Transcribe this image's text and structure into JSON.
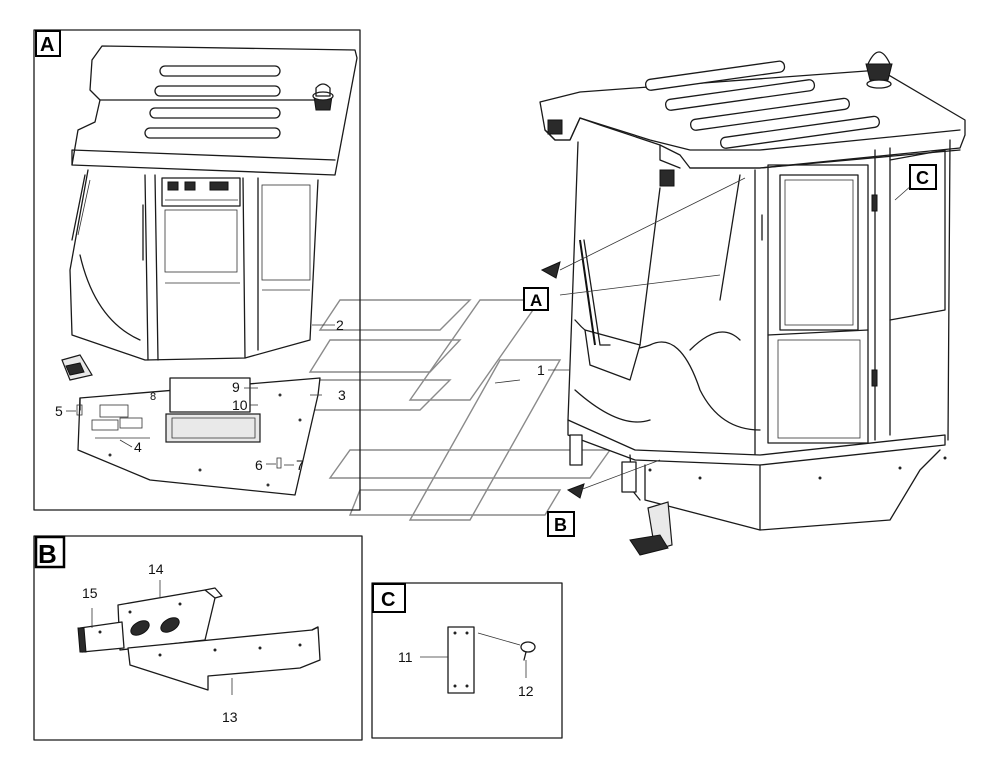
{
  "sections": [
    {
      "key": "A",
      "label": "A"
    },
    {
      "key": "B",
      "label": "B"
    },
    {
      "key": "C",
      "label": "C"
    }
  ],
  "main_view_markers": [
    "A",
    "B",
    "C"
  ],
  "callouts": {
    "c1": "1",
    "c2": "2",
    "c3": "3",
    "c4": "4",
    "c5": "5",
    "c6": "6",
    "c7": "7",
    "c8": "8",
    "c9": "9",
    "c10": "10",
    "c11": "11",
    "c12": "12",
    "c13": "13",
    "c14": "14",
    "c15": "15"
  },
  "colors": {
    "line": "#1a1a1a",
    "label_fill": "#ffffff",
    "background": "#ffffff"
  }
}
